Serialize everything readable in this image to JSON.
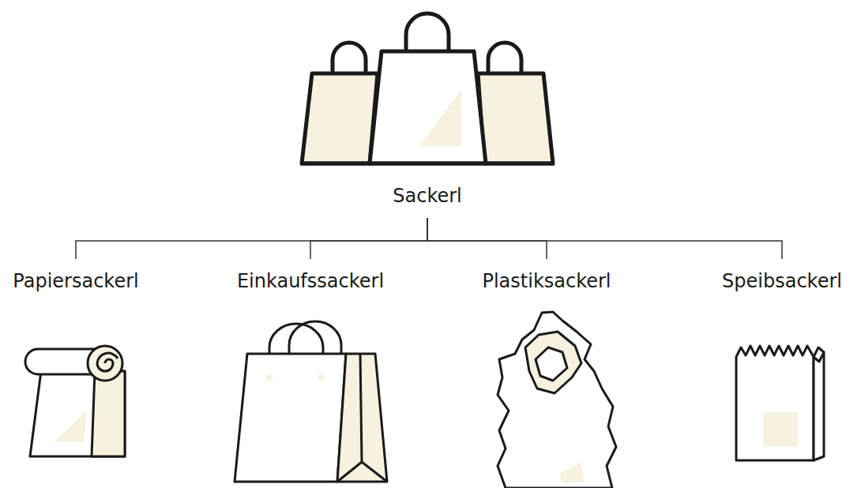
{
  "diagram": {
    "nodes": [
      {
        "text": [
          "Sackerl"
        ]
      },
      {
        "text": [
          "Papiersackerl"
        ]
      },
      {
        "text": [
          "Einkaufssackerl"
        ]
      },
      {
        "text": [
          "Plastiksackerl"
        ]
      },
      {
        "text": [
          "Speibsackerl"
        ]
      }
    ],
    "edges": [
      {
        "from": 0,
        "to": 1,
        "arrow": "none"
      },
      {
        "from": 0,
        "to": 2,
        "arrow": "none"
      },
      {
        "from": 0,
        "to": 3,
        "arrow": "none"
      },
      {
        "from": 0,
        "to": 4,
        "arrow": "none"
      }
    ]
  }
}
